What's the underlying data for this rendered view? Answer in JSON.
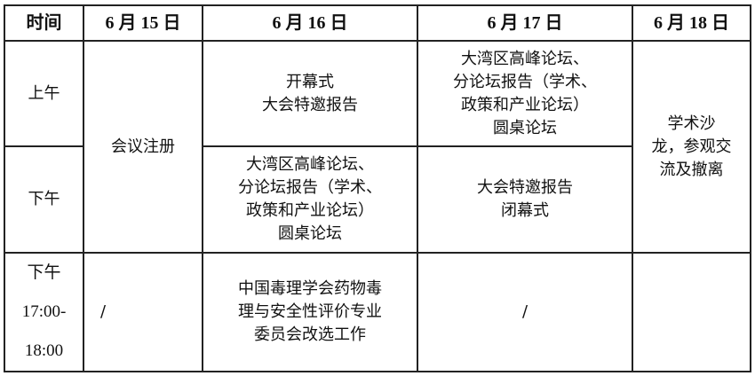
{
  "header": [
    "时间",
    "6 月 15 日",
    "6 月 16 日",
    "6 月 17 日",
    "6 月 18 日"
  ],
  "rows": {
    "morning_label": "上午",
    "afternoon_label": "下午",
    "evening_label": [
      "下午",
      "17:00-",
      "18:00"
    ],
    "d15_registration": "会议注册",
    "d16_morning": [
      "开幕式",
      "大会特邀报告"
    ],
    "d16_afternoon": [
      "大湾区高峰论坛、",
      "分论坛报告（学术、",
      "政策和产业论坛）",
      "圆桌论坛"
    ],
    "d17_morning": [
      "大湾区高峰论坛、",
      "分论坛报告（学术、",
      "政策和产业论坛）",
      "圆桌论坛"
    ],
    "d17_afternoon": [
      "大会特邀报告",
      "闭幕式"
    ],
    "d18": [
      "学术沙",
      "龙，参观交",
      "流及撤离"
    ],
    "evening_d15": "/",
    "evening_d16": [
      "中国毒理学会药物毒",
      "理与安全性评价专业",
      "委员会改选工作"
    ],
    "evening_d17": "/",
    "evening_d18": ""
  }
}
